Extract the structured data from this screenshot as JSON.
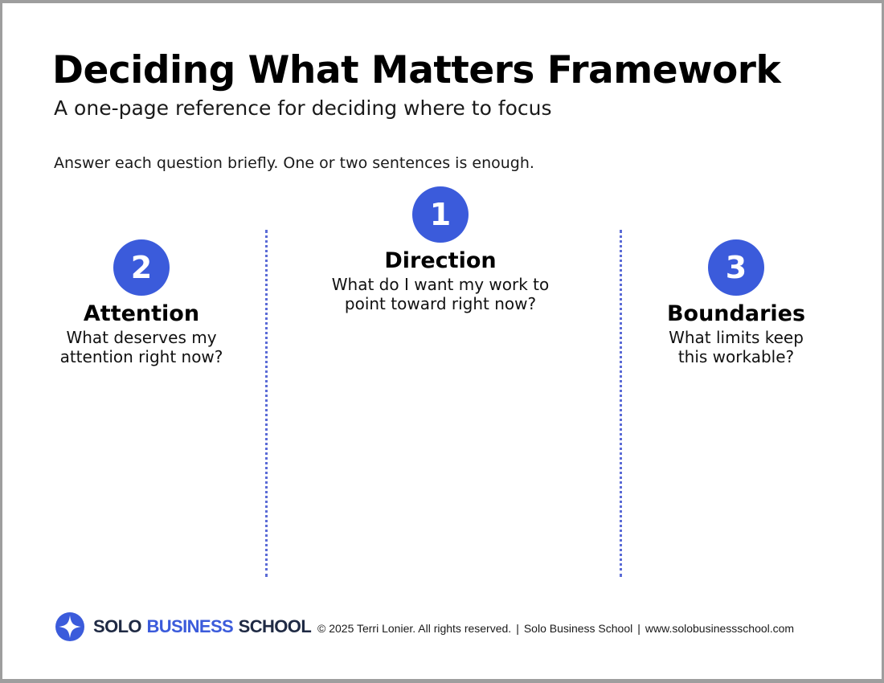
{
  "header": {
    "title": "Deciding What Matters Framework",
    "subtitle": "A one-page reference for deciding where to focus",
    "instructions": "Answer each question briefly. One or two sentences is enough."
  },
  "columns": [
    {
      "number": "1",
      "title": "Direction",
      "question": "What do I want my work to\npoint toward right now?"
    },
    {
      "number": "2",
      "title": "Attention",
      "question": "What deserves my\nattention right now?"
    },
    {
      "number": "3",
      "title": "Boundaries",
      "question": "What limits keep\nthis workable?"
    }
  ],
  "footer": {
    "logo": {
      "word1": "SOLO",
      "word2": "BUSINESS",
      "word3": "SCHOOL"
    },
    "copyright": "© 2025 Terri Lonier. All rights reserved.",
    "brand": "Solo Business School",
    "website": "www.solobusinessschool.com",
    "separator": "|"
  },
  "colors": {
    "accent": "#3b5bdb",
    "divider": "#5b6bd6",
    "logo_dark": "#1f2a44"
  },
  "icons": {
    "logo": "four-point-star-icon"
  }
}
